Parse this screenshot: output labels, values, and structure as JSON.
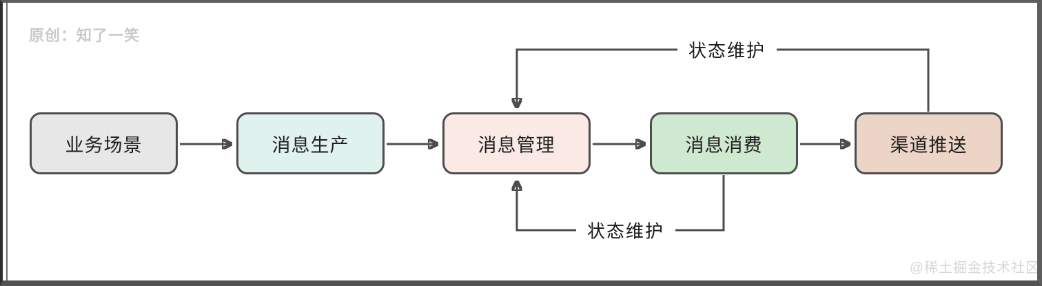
{
  "watermarks": {
    "author": "原创：知了一笑",
    "community": "@稀土掘金技术社区"
  },
  "diagram": {
    "nodes": [
      {
        "id": "business-scenario",
        "label": "业务场景",
        "bg": "#e7e7e7"
      },
      {
        "id": "message-production",
        "label": "消息生产",
        "bg": "#e0f2ee"
      },
      {
        "id": "message-management",
        "label": "消息管理",
        "bg": "#fae9e5"
      },
      {
        "id": "message-consumption",
        "label": "消息消费",
        "bg": "#cfe9d0"
      },
      {
        "id": "channel-push",
        "label": "渠道推送",
        "bg": "#ecd5c7"
      }
    ],
    "edges": [
      {
        "from": "business-scenario",
        "to": "message-production",
        "label": ""
      },
      {
        "from": "message-production",
        "to": "message-management",
        "label": ""
      },
      {
        "from": "message-management",
        "to": "message-consumption",
        "label": ""
      },
      {
        "from": "message-consumption",
        "to": "channel-push",
        "label": ""
      },
      {
        "from": "channel-push",
        "to": "message-management",
        "label": "状态维护",
        "route": "top"
      },
      {
        "from": "message-consumption",
        "to": "message-management",
        "label": "状态维护",
        "route": "bottom"
      }
    ],
    "colors": {
      "line": "#4d4d4d",
      "node_border": "#4d4d4d",
      "node_text": "#1f1f1f",
      "watermark": "#c9c9c9",
      "frame": "#5e5e5e"
    }
  }
}
